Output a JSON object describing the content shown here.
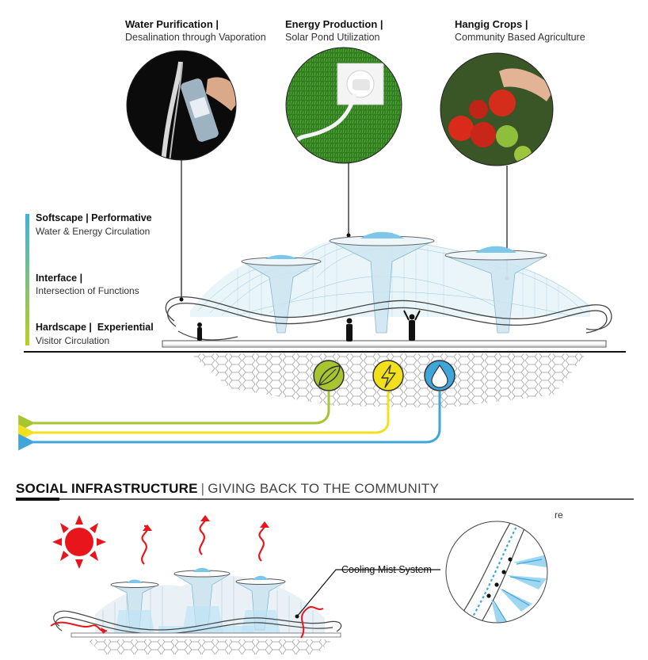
{
  "features": [
    {
      "title": "Water Purification |",
      "subtitle": "Desalination through Vaporation",
      "icon": "water-bottle-photo"
    },
    {
      "title": "Energy Production |",
      "subtitle": "Solar Pond Utilization",
      "icon": "power-outlet-photo"
    },
    {
      "title": "Hangig Crops |",
      "subtitle": "Community Based Agriculture",
      "icon": "tomato-photo"
    }
  ],
  "layers": [
    {
      "title": "Softscape | Performative",
      "subtitle": "Water & Energy Circulation"
    },
    {
      "title": "Interface |",
      "subtitle": "Intersection of Functions"
    },
    {
      "title": "Hardscape |  Experiential",
      "subtitle": "Visitor Circulation"
    }
  ],
  "resource_icons": [
    {
      "name": "leaf-icon",
      "color": "#a6c531"
    },
    {
      "name": "lightning-icon",
      "color": "#f3e01c"
    },
    {
      "name": "water-drop-icon",
      "color": "#3fa6dc"
    }
  ],
  "section": {
    "title_strong": "SOCIAL INFRASTRUCTURE",
    "separator": "|",
    "title_light": "GIVING BACK TO THE COMMUNITY"
  },
  "callout": {
    "label": "Cooling Mist System"
  },
  "detail": {
    "label": "re"
  },
  "colors": {
    "leaf_green": "#a6c531",
    "energy_yellow": "#f3e01c",
    "water_blue": "#3fa6dc",
    "sun_red": "#e8161c",
    "gradient_top": "#3fb3dc",
    "gradient_bottom": "#b9cf1f"
  }
}
